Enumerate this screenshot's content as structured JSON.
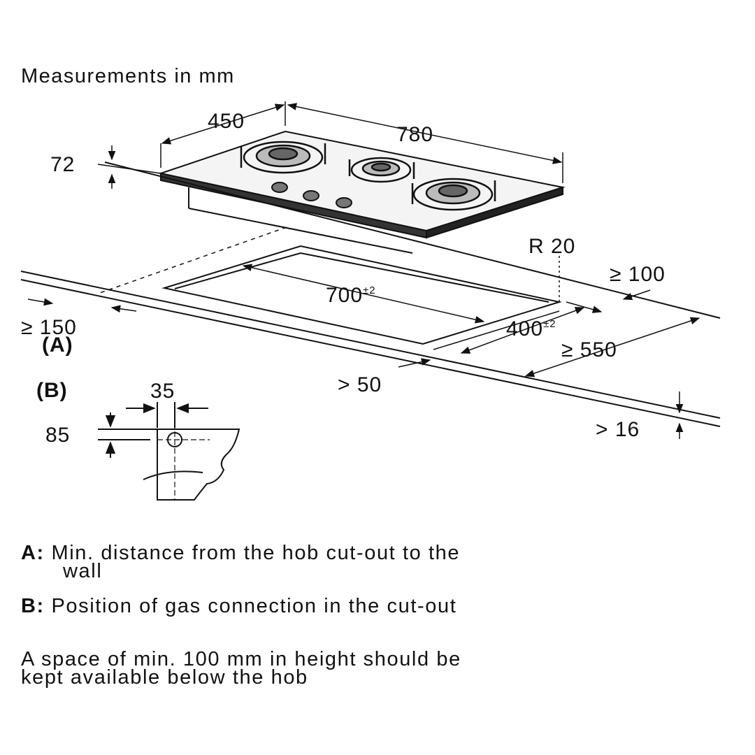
{
  "heading": "Measurements in mm",
  "dimensions": {
    "width": "780",
    "depth": "450",
    "height": "72",
    "radius": "R 20",
    "cutout_length": "700",
    "cutout_length_tol": "±2",
    "cutout_width": "400",
    "cutout_width_tol": "±2",
    "min_front": "≥ 150",
    "min_back": "≥ 100",
    "min_depth": "≥ 550",
    "min_side": "> 50",
    "worktop_thickness": "> 16",
    "gas_x": "35",
    "gas_y": "85"
  },
  "labels": {
    "a_marker": "(A)",
    "b_marker": "(B)"
  },
  "notes": [
    {
      "key": "A:",
      "text": "Min. distance from the hob cut-out to the",
      "cont": "wall"
    },
    {
      "key": "B:",
      "text": "Position of gas connection in the cut-out",
      "cont": ""
    }
  ],
  "footer": {
    "line1": "A space of min. 100 mm in height should be",
    "line2": "kept available below the hob"
  }
}
